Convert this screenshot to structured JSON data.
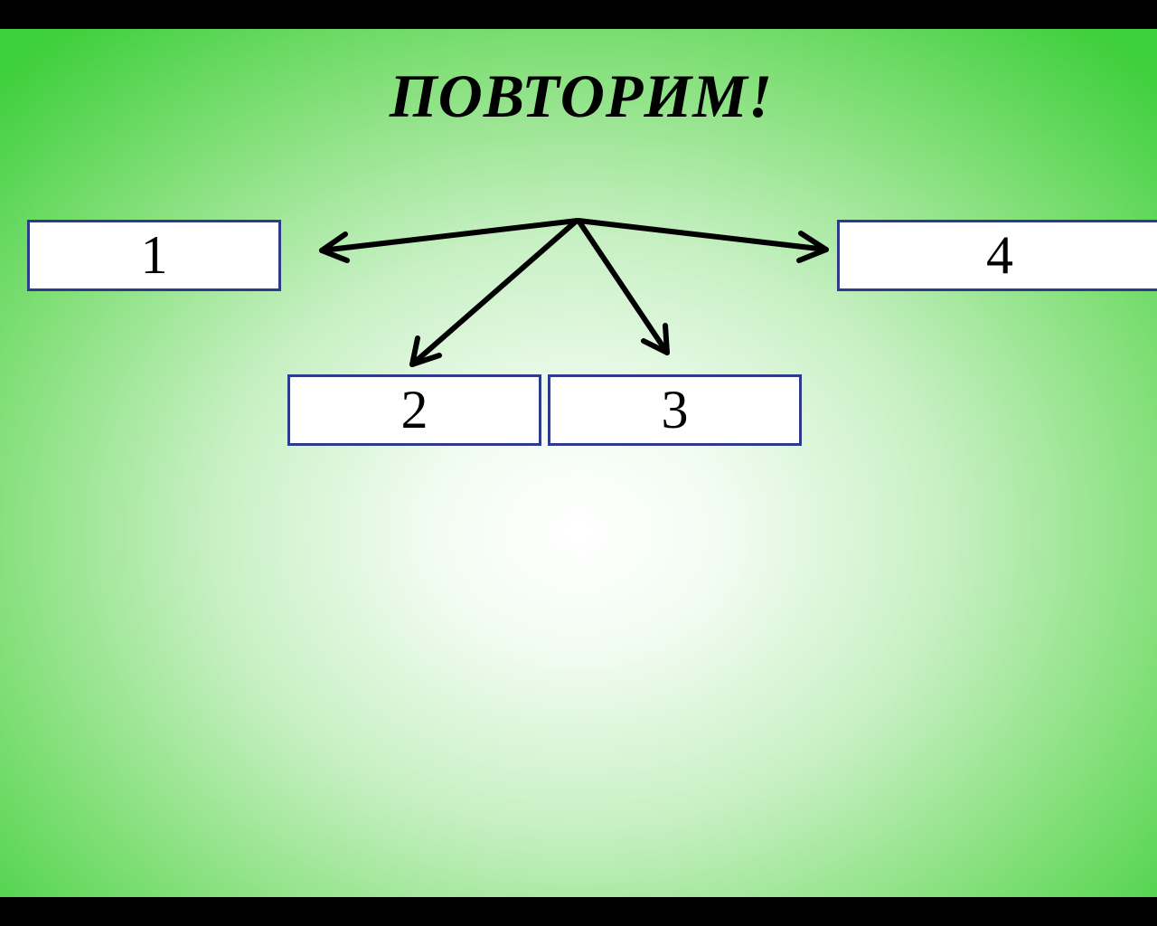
{
  "slide": {
    "title": "ПОВТОРИМ!",
    "boxes": [
      {
        "label": "1"
      },
      {
        "label": "2"
      },
      {
        "label": "3"
      },
      {
        "label": "4"
      }
    ],
    "colors": {
      "background_edge": "#3ecf3c",
      "background_center": "#ffffff",
      "box_border": "#2e3a8c",
      "box_fill": "#ffffff",
      "arrow": "#000000",
      "letterbox": "#000000"
    }
  }
}
